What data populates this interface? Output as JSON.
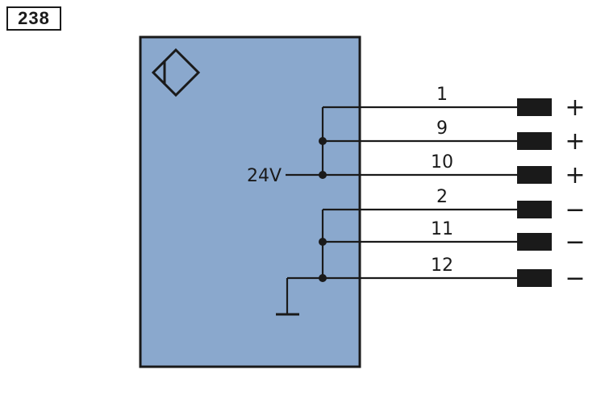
{
  "figure": {
    "number": "238"
  },
  "colors": {
    "housing_fill": "#8aa8cd",
    "stroke": "#1a1a1a",
    "connector": "#1a1a1a"
  },
  "supply_label": "24V",
  "pins": [
    {
      "number": "1",
      "sign": "+"
    },
    {
      "number": "9",
      "sign": "+"
    },
    {
      "number": "10",
      "sign": "+"
    },
    {
      "number": "2",
      "sign": "−"
    },
    {
      "number": "11",
      "sign": "−"
    },
    {
      "number": "12",
      "sign": "−"
    }
  ]
}
